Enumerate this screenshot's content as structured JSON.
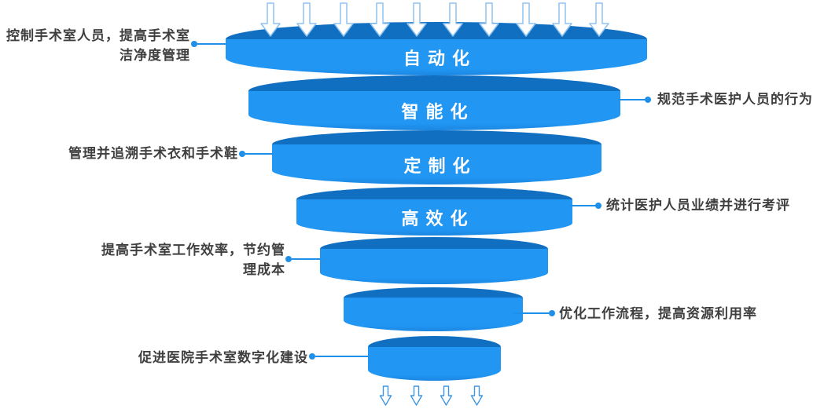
{
  "funnel": {
    "layers": [
      {
        "label": "自动化"
      },
      {
        "label": "智能化"
      },
      {
        "label": "定制化"
      },
      {
        "label": "高效化"
      },
      {
        "label": ""
      },
      {
        "label": ""
      },
      {
        "label": ""
      }
    ],
    "colors": {
      "top_face": "#116FC2",
      "side_face": "#2196F3",
      "accent": "#1E90E9",
      "text": "#3f3f3f"
    },
    "top_arrow_count": 10,
    "bottom_arrow_count": 4
  },
  "annotations": {
    "left": [
      {
        "text": "控制手术室人员，提高手术室\n洁净度管理"
      },
      {
        "text": "管理并追溯手术衣和手术鞋"
      },
      {
        "text": "提高手术室工作效率，节约管\n理成本"
      },
      {
        "text": "促进医院手术室数字化建设"
      }
    ],
    "right": [
      {
        "text": "规范手术医护人员的行为"
      },
      {
        "text": "统计医护人员业绩并进行考评"
      },
      {
        "text": "优化工作流程，提高资源利用率"
      }
    ]
  }
}
